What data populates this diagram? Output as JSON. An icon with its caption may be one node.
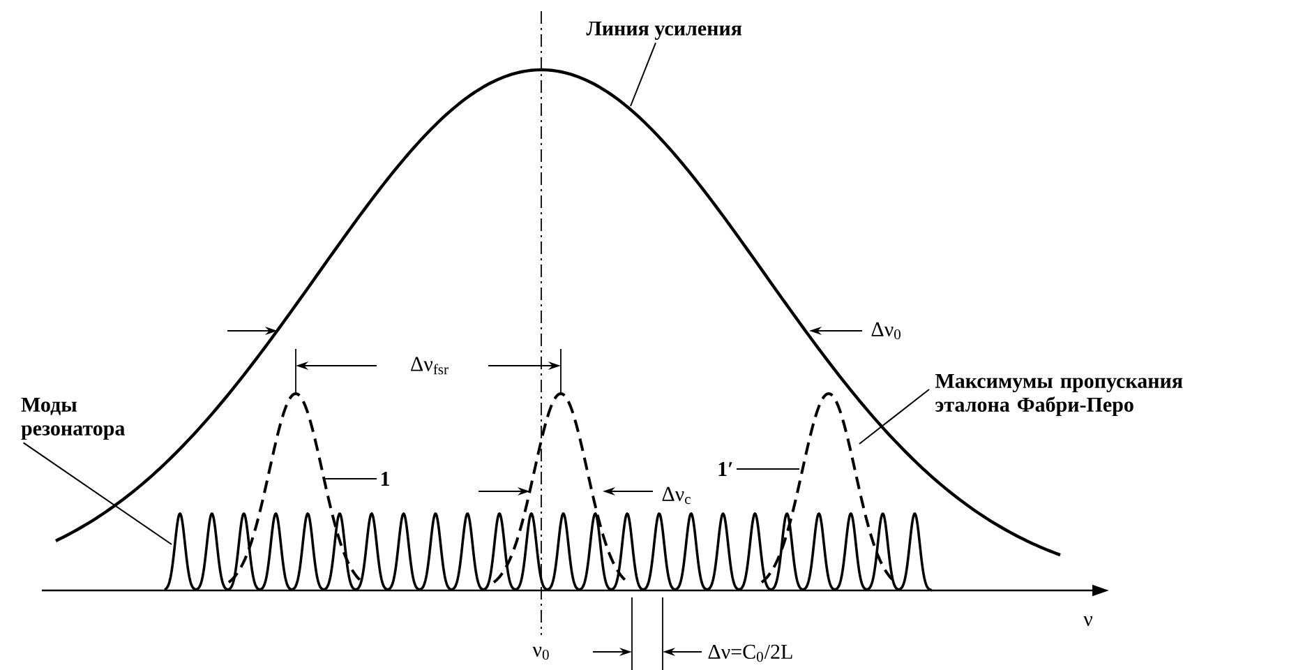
{
  "diagram": {
    "nodes": [
      {
        "text": [
          "Линия усиления"
        ]
      },
      {
        "text": [
          "Максимумы пропускания эталона Фабри-Перо"
        ]
      },
      {
        "text": [
          "Моды резонатора"
        ]
      },
      {
        "text": [
          "1"
        ]
      },
      {
        "text": [
          "1′"
        ]
      }
    ],
    "edges": [
      {
        "from": 0,
        "to": null,
        "arrow": "none"
      },
      {
        "from": 1,
        "to": null,
        "arrow": "none"
      },
      {
        "from": 2,
        "to": null,
        "arrow": "none"
      },
      {
        "from": 3,
        "to": null,
        "arrow": "none"
      },
      {
        "from": 4,
        "to": null,
        "arrow": "none"
      }
    ],
    "labels": [
      "Δν$_{fsr}$",
      "Δν$_{0}$",
      "Δν$_{c}$",
      "ν$_{0}$",
      "ν",
      "Δν=C$_{0}$/2L"
    ]
  }
}
